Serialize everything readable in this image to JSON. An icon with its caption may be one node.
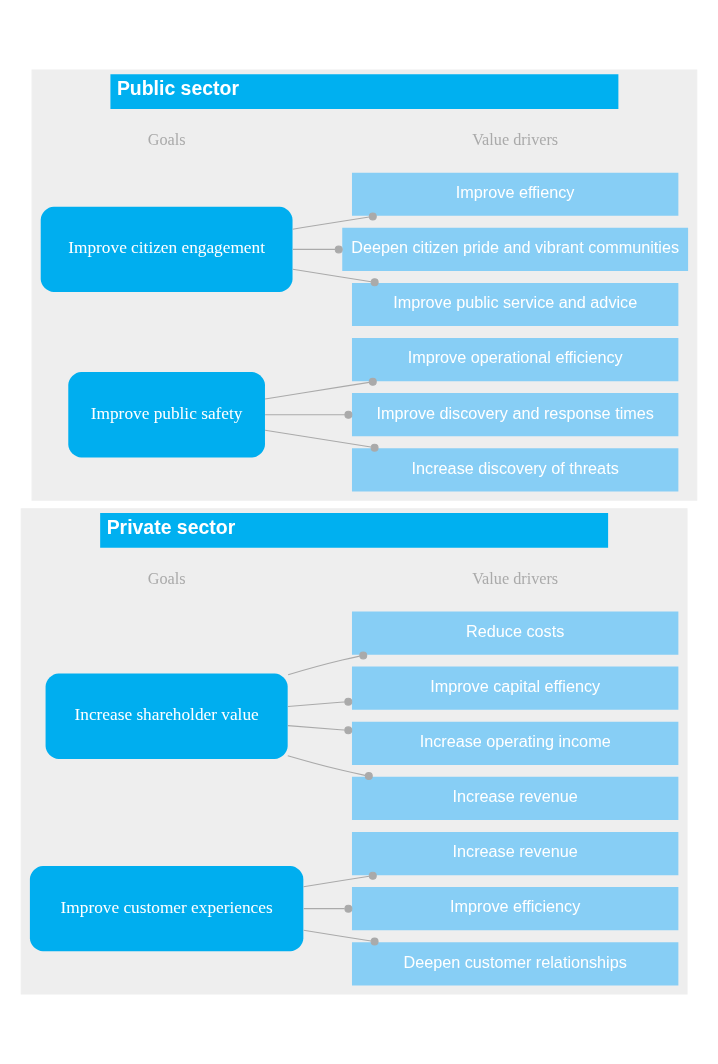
{
  "diagram": {
    "nodes": [
      {
        "text": [
          "Private sector"
        ]
      },
      {
        "text": [
          "Increase shareholder value"
        ],
        "in": 0
      },
      {
        "text": [
          "Increase revenue"
        ],
        "in": 0
      },
      {
        "text": [
          "Increase operating income"
        ],
        "in": 0
      },
      {
        "text": [
          "Improve capital effiency"
        ],
        "in": 0
      },
      {
        "text": [
          "Reduce costs"
        ],
        "in": 0
      },
      {
        "text": [
          "Improve customer experiences"
        ],
        "in": 0
      },
      {
        "text": [
          "Deepen customer relationships"
        ],
        "in": 0
      },
      {
        "text": [
          "Improve efficiency"
        ],
        "in": 0
      },
      {
        "text": [
          "Increase revenue"
        ],
        "in": 0
      },
      {
        "text": [
          "Public sector"
        ]
      },
      {
        "text": [
          "Improve citizen engagement"
        ],
        "in": 10
      },
      {
        "text": [
          "Improve public service and advice"
        ],
        "in": 10
      },
      {
        "text": [
          "Deepen citizen pride and vibrant communities"
        ],
        "in": 10
      },
      {
        "text": [
          "Improve effiency"
        ],
        "in": 10
      },
      {
        "text": [
          "Improve public safety"
        ],
        "in": 10
      },
      {
        "text": [
          "Increase discovery of threats"
        ],
        "in": 10
      },
      {
        "text": [
          "Improve discovery and response times"
        ],
        "in": 10
      },
      {
        "text": [
          "Improve operational efficiency"
        ],
        "in": 10
      }
    ],
    "edges": [
      {
        "from": 1,
        "to": 2,
        "arrow": "other"
      },
      {
        "from": 1,
        "to": 3,
        "arrow": "other"
      },
      {
        "from": 1,
        "to": 4,
        "arrow": "other"
      },
      {
        "from": 1,
        "to": 5,
        "arrow": "other"
      },
      {
        "from": 6,
        "to": 7,
        "arrow": "other"
      },
      {
        "from": 6,
        "to": 8,
        "arrow": "other"
      },
      {
        "from": 6,
        "to": 9,
        "arrow": "other"
      },
      {
        "from": 11,
        "to": 12,
        "arrow": "other"
      },
      {
        "from": 11,
        "to": 13,
        "arrow": "other"
      },
      {
        "from": 11,
        "to": 14,
        "arrow": "other"
      },
      {
        "from": 15,
        "to": 16,
        "arrow": "other"
      },
      {
        "from": 15,
        "to": 17,
        "arrow": "other"
      },
      {
        "from": 15,
        "to": 18,
        "arrow": "other"
      }
    ],
    "labels": [
      "Goals",
      "Value drivers",
      "Goals",
      "Value drivers"
    ]
  }
}
